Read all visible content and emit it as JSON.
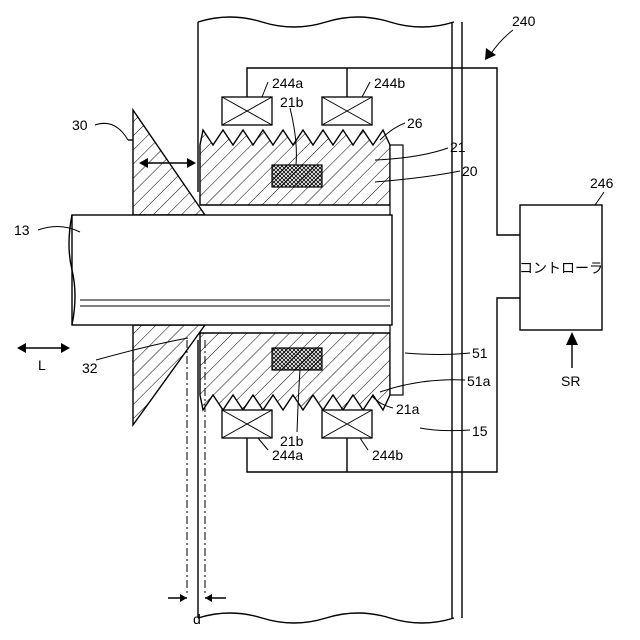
{
  "labels": {
    "ref_240": "240",
    "coil_244a_top": "244a",
    "coil_244b_top": "244b",
    "ref_21b_top": "21b",
    "ref_26": "26",
    "ref_21": "21",
    "ref_20": "20",
    "ref_30": "30",
    "ref_13": "13",
    "ref_246": "246",
    "controller": "コントローラ",
    "ref_L": "L",
    "ref_32": "32",
    "ref_51": "51",
    "ref_51a": "51a",
    "ref_21a": "21a",
    "ref_21b_bottom": "21b",
    "ref_15": "15",
    "coil_244a_bottom": "244a",
    "coil_244b_bottom": "244b",
    "ref_SR": "SR",
    "ref_d": "d"
  }
}
